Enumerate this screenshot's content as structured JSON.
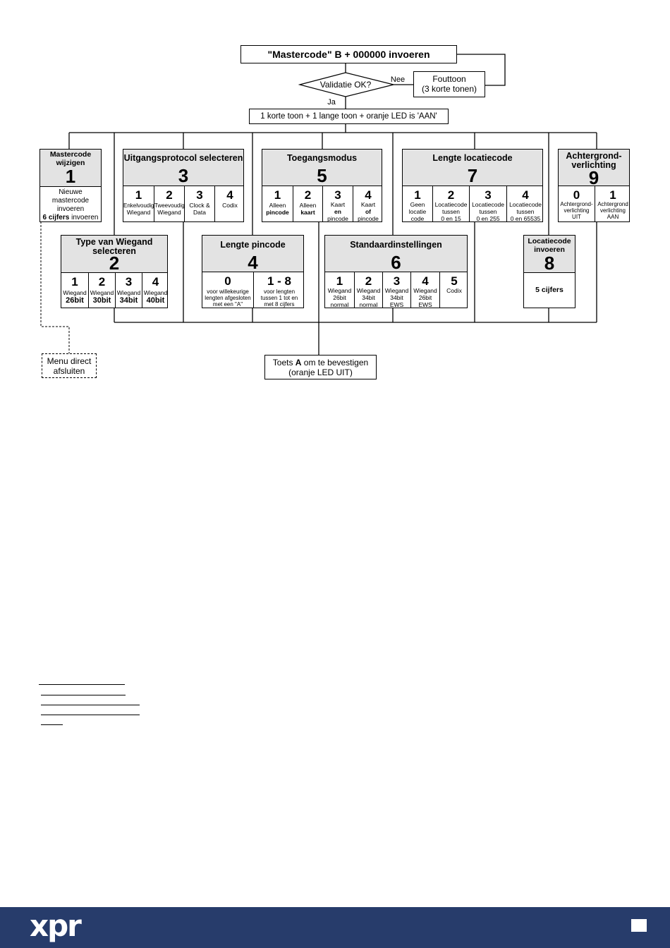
{
  "flow": {
    "start": "\"Mastercode\" B + 000000 invoeren",
    "validation": "Validatie OK?",
    "no_label": "Nee",
    "yes_label": "Ja",
    "error_l1": "Fouttoon",
    "error_l2": "(3 korte tonen)",
    "ok": "1 korte toon + 1 lange toon + oranje LED is 'AAN'",
    "confirm_pre": "Toets ",
    "confirm_key": "A",
    "confirm_post": " om te bevestigen",
    "confirm_l2": "(oranje LED UIT)",
    "exit_l1": "Menu direct",
    "exit_l2": "afsluiten"
  },
  "m1": {
    "title_l1": "Mastercode",
    "title_l2": "wijzigen",
    "num": "1",
    "body": [
      "Nieuwe",
      "mastercode",
      "invoeren"
    ],
    "body_bold": "6 cijfers",
    "body_end": " invoeren"
  },
  "m2": {
    "title_l1": "Type van Wiegand",
    "title_l2": "selecteren",
    "num": "2",
    "opts": [
      {
        "n": "1",
        "a": "Wiegand",
        "b": "26bit"
      },
      {
        "n": "2",
        "a": "Wiegand",
        "b": "30bit"
      },
      {
        "n": "3",
        "a": "Wiegand",
        "b": "34bit"
      },
      {
        "n": "4",
        "a": "Wiegand",
        "b": "40bit"
      }
    ]
  },
  "m3": {
    "title": "Uitgangsprotocol selecteren",
    "num": "3",
    "opts": [
      {
        "n": "1",
        "a": "Enkelvoudig",
        "b": "Wiegand"
      },
      {
        "n": "2",
        "a": "Tweevoudig",
        "b": "Wiegand"
      },
      {
        "n": "3",
        "a": "Clock &",
        "b": "Data"
      },
      {
        "n": "4",
        "a": "Codix",
        "b": ""
      }
    ]
  },
  "m4": {
    "title": "Lengte pincode",
    "num": "4",
    "opts": [
      {
        "n": "0",
        "a": "voor willekeurige",
        "b": "lengten afgesloten",
        "c": "met een \"A\""
      },
      {
        "n": "1 - 8",
        "a": "voor lengten",
        "b": "tussen 1 tot en",
        "c": "met 8 cijfers"
      }
    ]
  },
  "m5": {
    "title": "Toegangsmodus",
    "num": "5",
    "opts": [
      {
        "n": "1",
        "a": "Alleen",
        "b": "pincode",
        "c": ""
      },
      {
        "n": "2",
        "a": "Alleen",
        "b": "kaart",
        "c": ""
      },
      {
        "n": "3",
        "a": "Kaart",
        "b": "en",
        "c": "pincode"
      },
      {
        "n": "4",
        "a": "Kaart",
        "b": "of",
        "c": "pincode"
      }
    ]
  },
  "m6": {
    "title": "Standaardinstellingen",
    "num": "6",
    "opts": [
      {
        "n": "1",
        "a": "Wiegand",
        "b": "26bit",
        "c": "normal"
      },
      {
        "n": "2",
        "a": "Wiegand",
        "b": "34bit",
        "c": "normal"
      },
      {
        "n": "3",
        "a": "Wiegand",
        "b": "34bit",
        "c": "EWS"
      },
      {
        "n": "4",
        "a": "Wiegand",
        "b": "26bit",
        "c": "EWS"
      },
      {
        "n": "5",
        "a": "Codix",
        "b": "",
        "c": ""
      }
    ]
  },
  "m7": {
    "title": "Lengte locatiecode",
    "num": "7",
    "opts": [
      {
        "n": "1",
        "a": "Geen",
        "b": "locatie",
        "c": "code"
      },
      {
        "n": "2",
        "a": "Locatiecode",
        "b": "tussen",
        "c": "0 en 15"
      },
      {
        "n": "3",
        "a": "Locatiecode",
        "b": "tussen",
        "c": "0 en 255"
      },
      {
        "n": "4",
        "a": "Locatiecode",
        "b": "tussen",
        "c": "0 en 65535"
      }
    ]
  },
  "m8": {
    "title_l1": "Locatiecode",
    "title_l2": "invoeren",
    "num": "8",
    "body": "5 cijfers"
  },
  "m9": {
    "title_l1": "Achtergrond-",
    "title_l2": "verlichting",
    "num": "9",
    "opts": [
      {
        "n": "0",
        "a": "Achtergrond-",
        "b": "verlichting",
        "c": "UIT"
      },
      {
        "n": "1",
        "a": "Achtergrond",
        "b": "verlichting",
        "c": "AAN"
      }
    ]
  },
  "footer": {
    "logo": "xpr",
    "bg": "#273c6b"
  }
}
